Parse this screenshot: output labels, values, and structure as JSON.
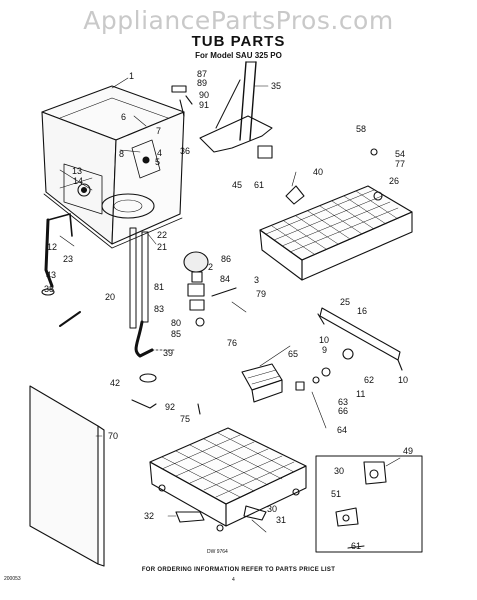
{
  "watermark": "AppliancePartsPros.com",
  "header": {
    "title": "TUB PARTS",
    "subtitle": "For Model SAU 325 PO"
  },
  "footer": {
    "ordering_note": "FOR ORDERING INFORMATION REFER TO PARTS PRICE LIST",
    "drawing_number": "DW 9764",
    "doc_code": "200053",
    "page_number": "4"
  },
  "callouts": [
    "1",
    "2",
    "3",
    "4",
    "5",
    "6",
    "7",
    "8",
    "9",
    "10",
    "10",
    "11",
    "12",
    "13",
    "14",
    "16",
    "20",
    "21",
    "22",
    "23",
    "25",
    "26",
    "30",
    "30",
    "31",
    "32",
    "35",
    "36",
    "38",
    "39",
    "40",
    "42",
    "43",
    "45",
    "49",
    "51",
    "54",
    "58",
    "61",
    "61",
    "62",
    "63",
    "64",
    "65",
    "66",
    "70",
    "75",
    "76",
    "77",
    "79",
    "80",
    "81",
    "83",
    "84",
    "85",
    "86",
    "87",
    "89",
    "90",
    "91",
    "92"
  ]
}
